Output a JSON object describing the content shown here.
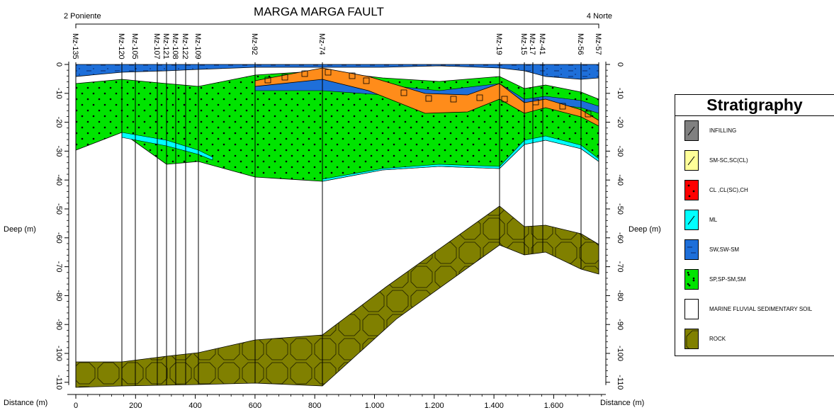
{
  "diagram": {
    "title": "MARGA MARGA FAULT",
    "left_end_label": "2 Poniente",
    "right_end_label": "4 Norte",
    "left_axis_label": "Deep (m)",
    "right_axis_label": "Deep (m)",
    "distance_label_left": "Distance (m)",
    "distance_label_right": "Distance (m)",
    "depth_ticks": [
      "0",
      "-10",
      "-20",
      "-30",
      "-40",
      "-50",
      "-60",
      "-70",
      "-80",
      "-90",
      "-100",
      "-110"
    ],
    "distance_ticks": [
      "0",
      "200",
      "400",
      "600",
      "800",
      "1.000",
      "1.200",
      "1.400",
      "1.600"
    ],
    "boreholes": [
      "Mz-135",
      "Mz-120",
      "Mz-105",
      "Mz-107",
      "Mz-121",
      "Mz-108",
      "Mz-122",
      "Mz-109",
      "Mz-92",
      "Mz-74",
      "Mz-19",
      "Mz-15",
      "Mz-17",
      "Mz-41",
      "Mz-56",
      "Mz-57"
    ]
  },
  "legend": {
    "title": "Stratigraphy",
    "items": [
      {
        "label": "INFILLING",
        "color": "#808080",
        "pattern": "slash"
      },
      {
        "label": "SM-SC,SC(CL)",
        "color": "#ffff99",
        "pattern": "slash"
      },
      {
        "label": "CL ,CL(SC),CH",
        "color": "#ff0000",
        "pattern": "dots"
      },
      {
        "label": "ML",
        "color": "#00ffff",
        "pattern": "slash"
      },
      {
        "label": "SW,SW-SM",
        "color": "#1e6fd9",
        "pattern": "dash"
      },
      {
        "label": "SP,SP-SM,SM",
        "color": "#00e400",
        "pattern": "dots"
      },
      {
        "label": "MARINE FLUVIAL SEDIMENTARY SOIL",
        "color": "#ffffff",
        "pattern": "none"
      },
      {
        "label": "ROCK",
        "color": "#808000",
        "pattern": "octagon"
      }
    ]
  },
  "colors": {
    "infilling": "#808080",
    "sm_sc": "#ffff99",
    "cl": "#ff0000",
    "ml": "#00ffff",
    "sw": "#1e6fd9",
    "sp": "#00e400",
    "marine": "#ffffff",
    "rock": "#808000",
    "orange_lens": "#ff8c1a"
  }
}
